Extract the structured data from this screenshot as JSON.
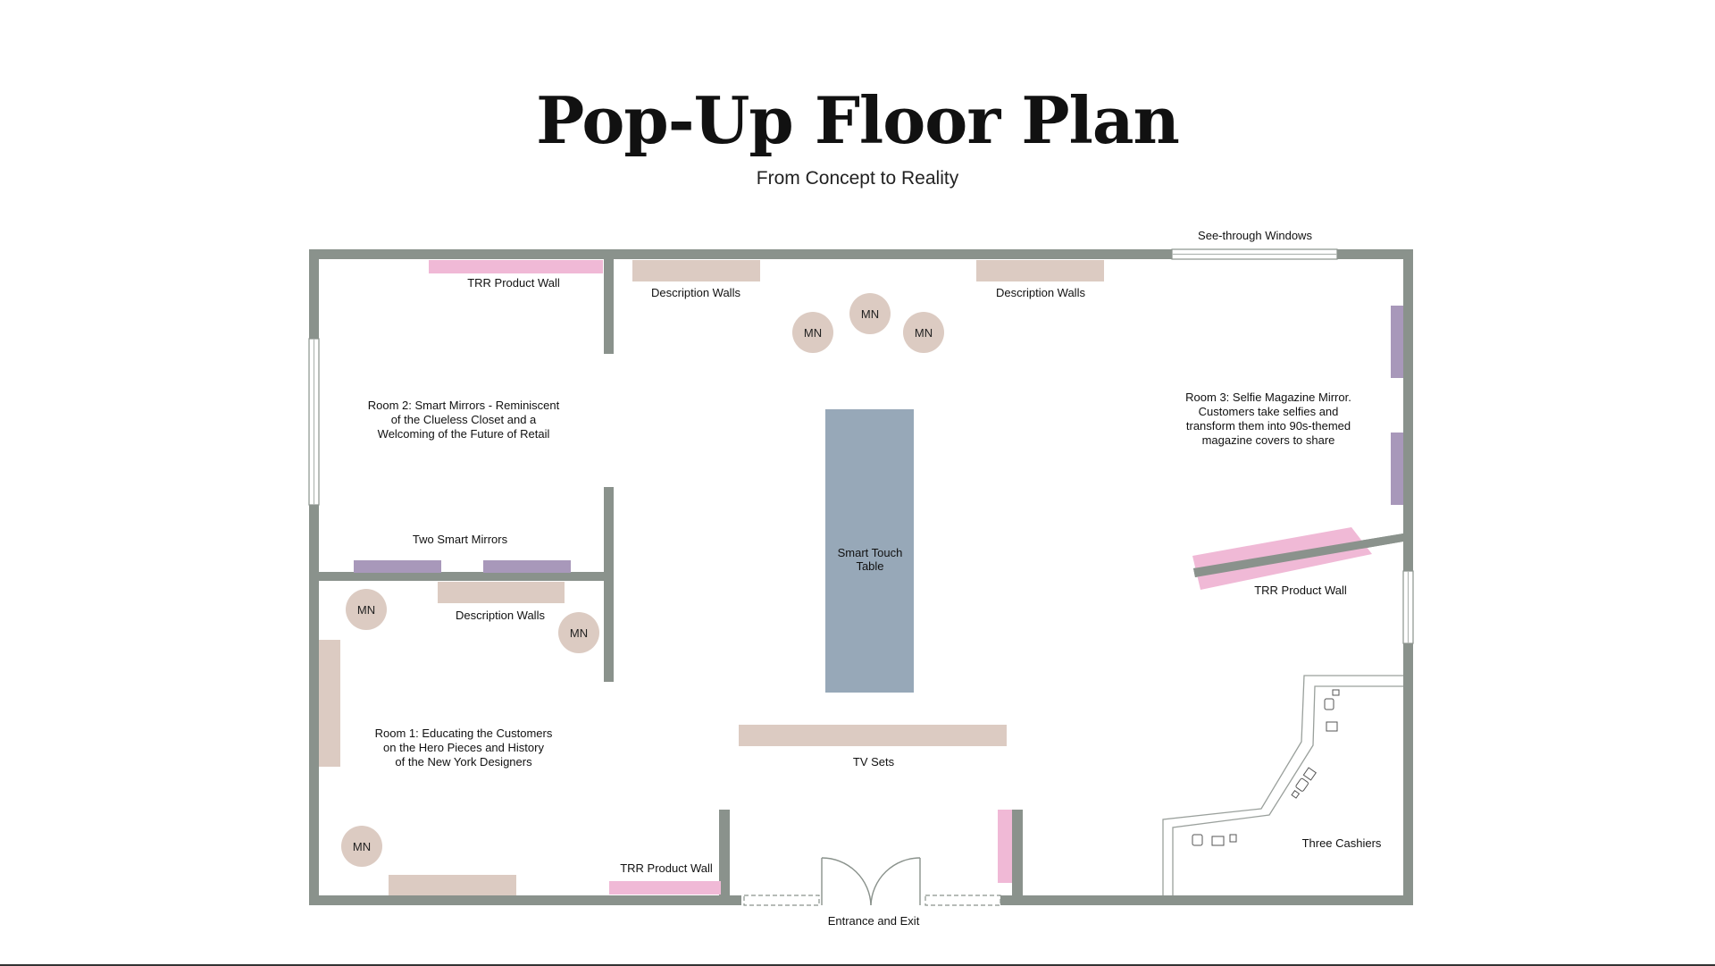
{
  "header": {
    "title": "Pop-Up Floor Plan",
    "subtitle": "From Concept to Reality"
  },
  "colors": {
    "wall": "#8a928c",
    "product_wall": "#f0b9d6",
    "description_wall": "#dccbc2",
    "mirror": "#a898ba",
    "touch_table": "#97a8b8",
    "mannequin": "#dccbc2",
    "background": "#ffffff"
  },
  "labels": {
    "see_through_windows": "See-through Windows",
    "trr_product_wall_room2": "TRR Product Wall",
    "description_walls_top_left": "Description Walls",
    "description_walls_top_right": "Description Walls",
    "room2_line1": "Room 2: Smart Mirrors - Reminiscent",
    "room2_line2": "of the Clueless Closet and a",
    "room2_line3": "Welcoming of the Future of Retail",
    "room3_line1": "Room 3: Selfie Magazine Mirror.",
    "room3_line2": "Customers take selfies and",
    "room3_line3": "transform them into 90s-themed",
    "room3_line4": "magazine covers to share",
    "two_smart_mirrors": "Two Smart Mirrors",
    "description_walls_room1": "Description Walls",
    "smart_touch_table_line1": "Smart Touch",
    "smart_touch_table_line2": "Table",
    "trr_product_wall_room3": "TRR Product Wall",
    "room1_line1": "Room 1: Educating the Customers",
    "room1_line2": "on the Hero Pieces and History",
    "room1_line3": "of the New York Designers",
    "tv_sets": "TV Sets",
    "three_cashiers": "Three Cashiers",
    "trr_product_wall_room1": "TRR Product Wall",
    "entrance_exit": "Entrance and Exit"
  },
  "mannequins": [
    {
      "label": "MN"
    },
    {
      "label": "MN"
    },
    {
      "label": "MN"
    },
    {
      "label": "MN"
    },
    {
      "label": "MN"
    },
    {
      "label": "MN"
    }
  ]
}
